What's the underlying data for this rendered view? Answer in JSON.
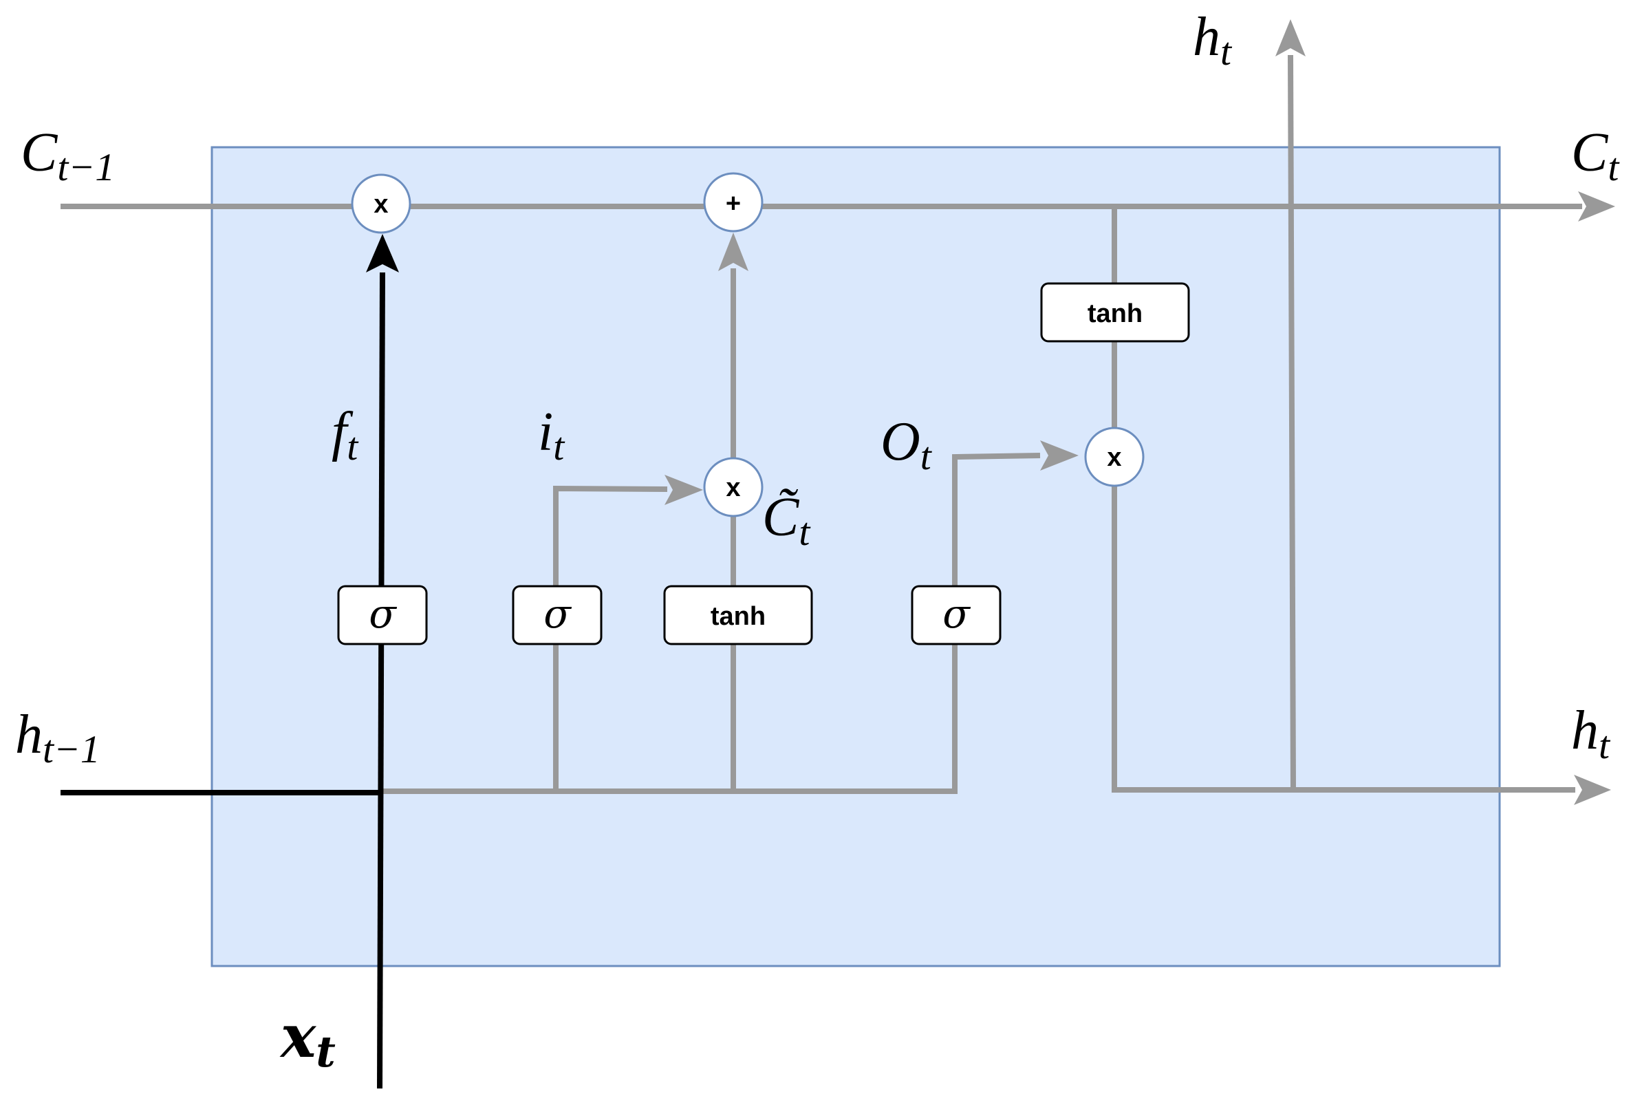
{
  "ops": {
    "forget_mult": "x",
    "add": "+",
    "input_mult": "x",
    "output_mult": "x"
  },
  "gates": {
    "forget_sigma": "σ",
    "input_sigma": "σ",
    "candidate_tanh": "tanh",
    "output_sigma": "σ",
    "cell_tanh": "tanh"
  },
  "labels": {
    "c_prev": {
      "base": "C",
      "sub": "t−1"
    },
    "c_next": {
      "base": "C",
      "sub": "t"
    },
    "h_prev": {
      "base": "h",
      "sub": "t−1"
    },
    "h_next_right": {
      "base": "h",
      "sub": "t"
    },
    "h_next_top": {
      "base": "h",
      "sub": "t"
    },
    "x_in": {
      "base": "x",
      "sub": "t"
    },
    "forget": {
      "base": "f",
      "sub": "t"
    },
    "input": {
      "base": "i",
      "sub": "t"
    },
    "output": {
      "base": "O",
      "sub": "t"
    },
    "candidate": {
      "base": "C̃",
      "sub": "t"
    }
  },
  "colors": {
    "cell_fill": "#dae8fc",
    "cell_border": "#6c8ebf",
    "wire_gray": "#999999",
    "wire_black": "#000000"
  }
}
